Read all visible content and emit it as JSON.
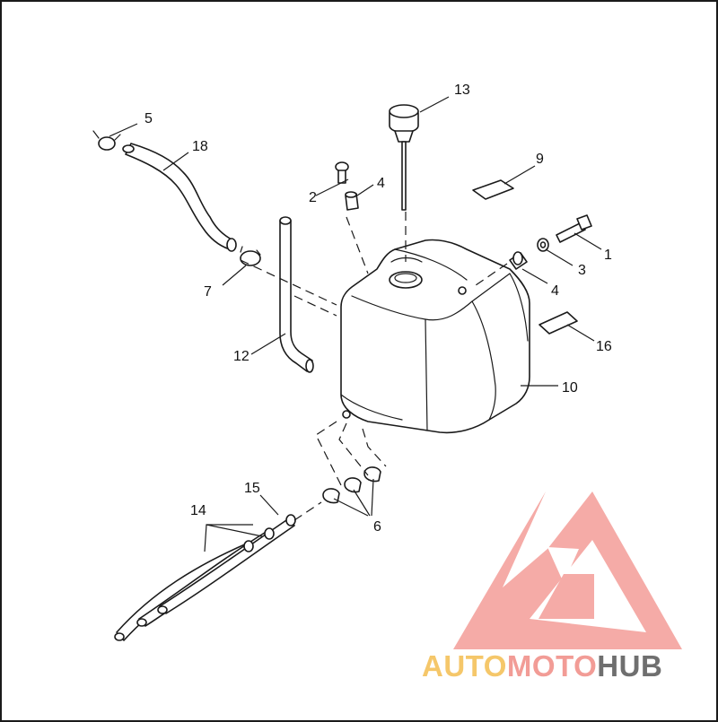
{
  "diagram": {
    "callouts": {
      "c1": "1",
      "c2": "2",
      "c3": "3",
      "c4a": "4",
      "c4b": "4",
      "c5": "5",
      "c6": "6",
      "c7": "7",
      "c9": "9",
      "c10": "10",
      "c12": "12",
      "c13": "13",
      "c14": "14",
      "c15": "15",
      "c16": "16",
      "c18": "18"
    }
  },
  "watermark": {
    "word_auto": "AUTO",
    "word_moto": "MOTO",
    "word_hub": "HUB",
    "colors": {
      "auto": "#f5c76a",
      "moto": "#f29c96",
      "hub": "#6f6f6f",
      "logo": "#f4a39e"
    }
  }
}
